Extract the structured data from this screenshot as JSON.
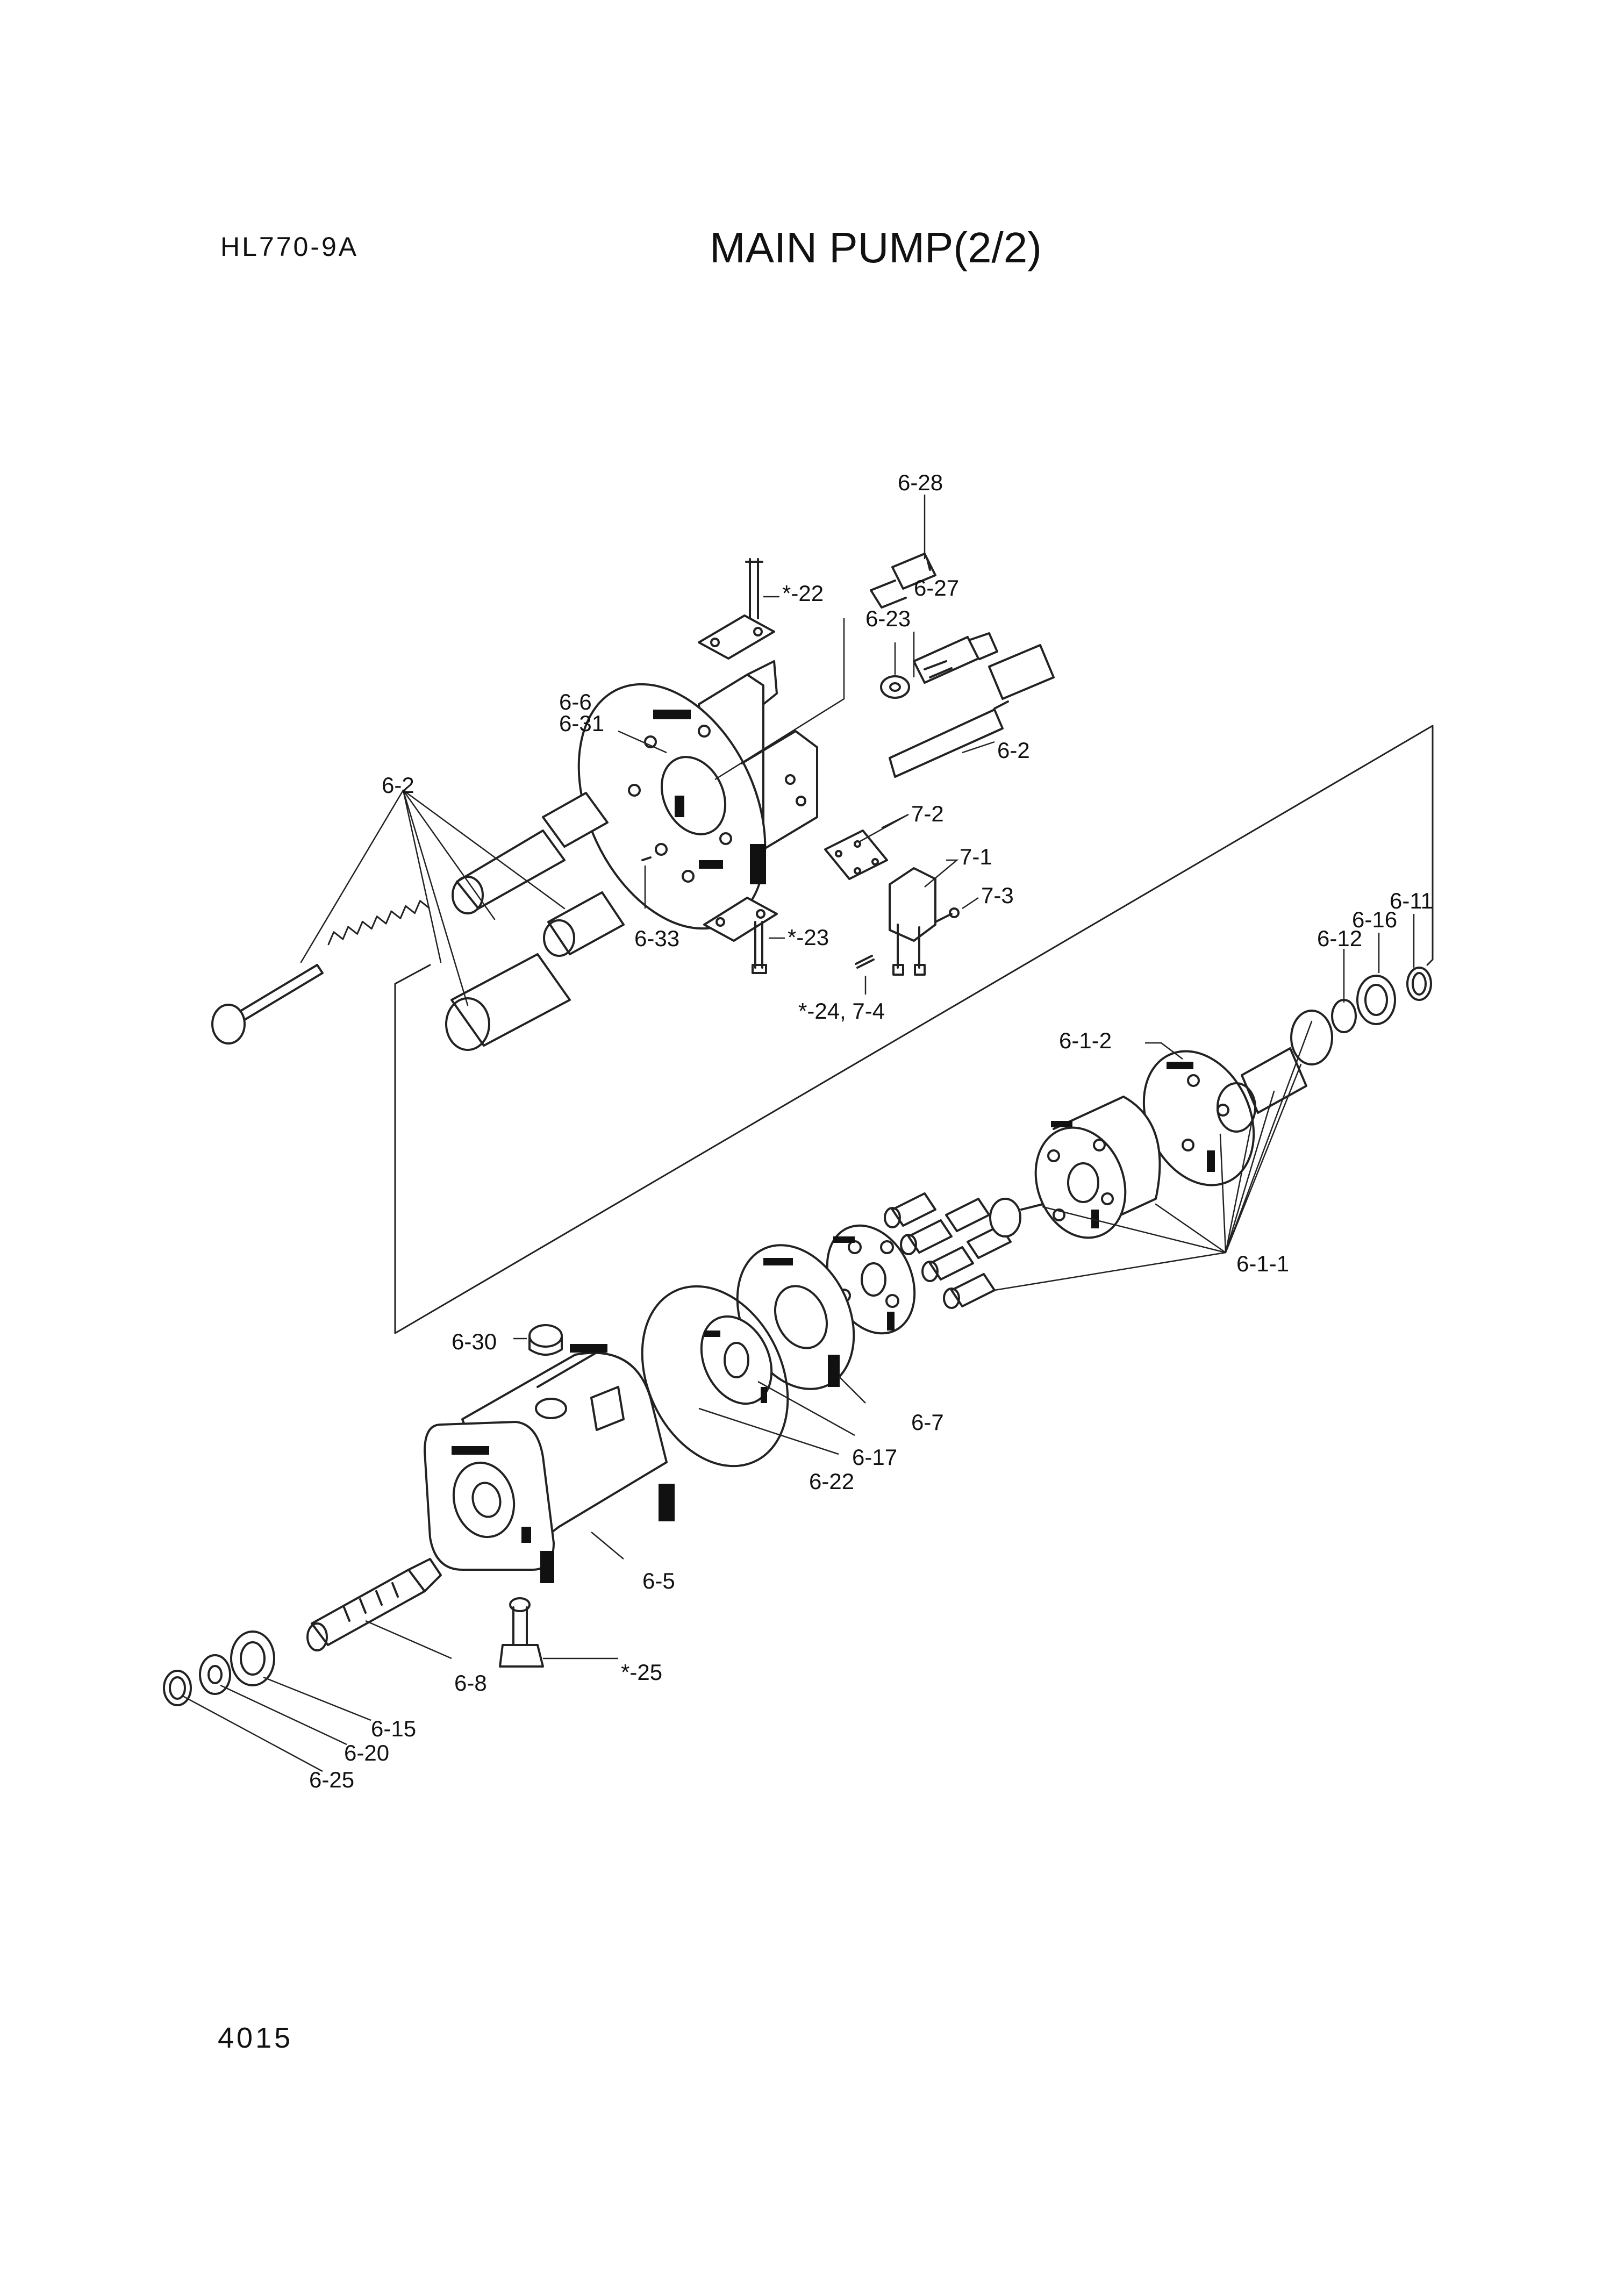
{
  "header": {
    "model": "HL770-9A",
    "title": "MAIN PUMP(2/2)"
  },
  "footer": {
    "page_number": "4015"
  },
  "callouts": {
    "c628": "6-28",
    "c22a": "*-22",
    "c627": "6-27",
    "c623": "6-23",
    "c66": "6-6",
    "c631": "6-31",
    "c62b": "6-2",
    "c62a": "6-2",
    "c72": "7-2",
    "c71": "7-1",
    "c73": "7-3",
    "c633": "6-33",
    "c23": "*-23",
    "c2474": "*-24, 7-4",
    "c611": "6-11",
    "c616": "6-16",
    "c612": "6-12",
    "c612b": "6-1-2",
    "c611b": "6-1-1",
    "c630": "6-30",
    "c67": "6-7",
    "c617": "6-17",
    "c622": "6-22",
    "c65": "6-5",
    "c25": "*-25",
    "c68": "6-8",
    "c615": "6-15",
    "c620": "6-20",
    "c625": "6-25"
  }
}
